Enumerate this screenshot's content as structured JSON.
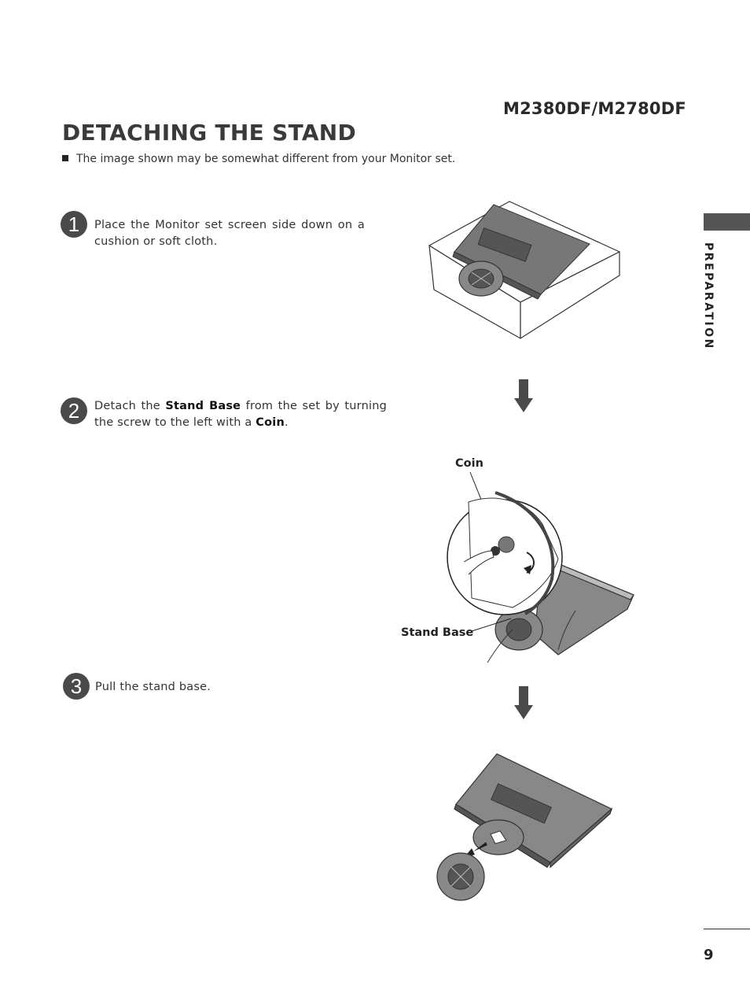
{
  "header": {
    "model": "M2380DF/M2780DF",
    "title": "DETACHING THE STAND",
    "note": "The image shown may be somewhat different from your Monitor set."
  },
  "steps": [
    {
      "number": "1",
      "text": "Place the Monitor set screen side down on a cushion or soft cloth."
    },
    {
      "number": "2",
      "text_before": "Detach the ",
      "bold1": "Stand Base",
      "text_middle": " from the set by turning the screw to the left with a ",
      "bold2": "Coin",
      "text_after": "."
    },
    {
      "number": "3",
      "text": "Pull the stand base."
    }
  ],
  "callouts": {
    "coin": "Coin",
    "stand_base": "Stand Base"
  },
  "side_tab": {
    "label": "PREPARATION"
  },
  "footer": {
    "page_number": "9"
  }
}
